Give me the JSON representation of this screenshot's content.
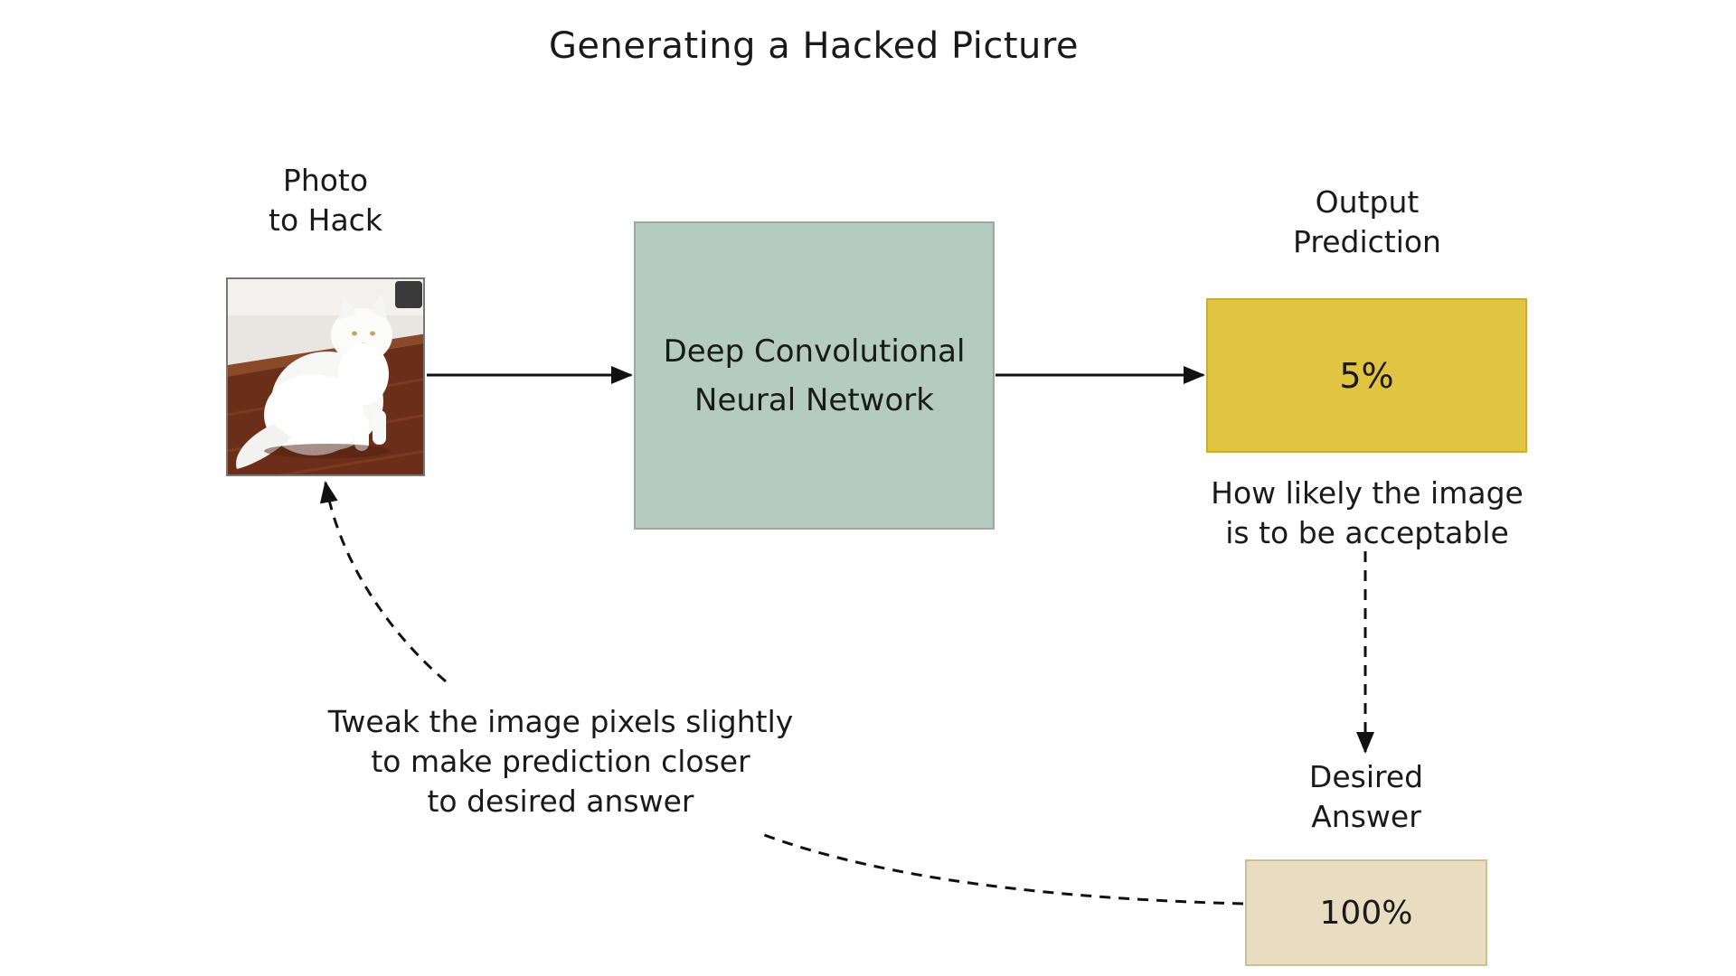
{
  "title": "Generating a Hacked Picture",
  "photo": {
    "label": "Photo\nto Hack"
  },
  "cnn": {
    "label": "Deep Convolutional\nNeural Network"
  },
  "output": {
    "heading": "Output\nPrediction",
    "value": "5%",
    "caption": "How likely the image\nis to be acceptable"
  },
  "desired": {
    "heading": "Desired\nAnswer",
    "value": "100%"
  },
  "feedback": {
    "caption": "Tweak the image pixels slightly\nto make prediction closer\nto desired answer"
  },
  "colors": {
    "cnn_box": "#b3cbc1",
    "output_box": "#e1c441",
    "desired_box": "#e8dcc1"
  }
}
